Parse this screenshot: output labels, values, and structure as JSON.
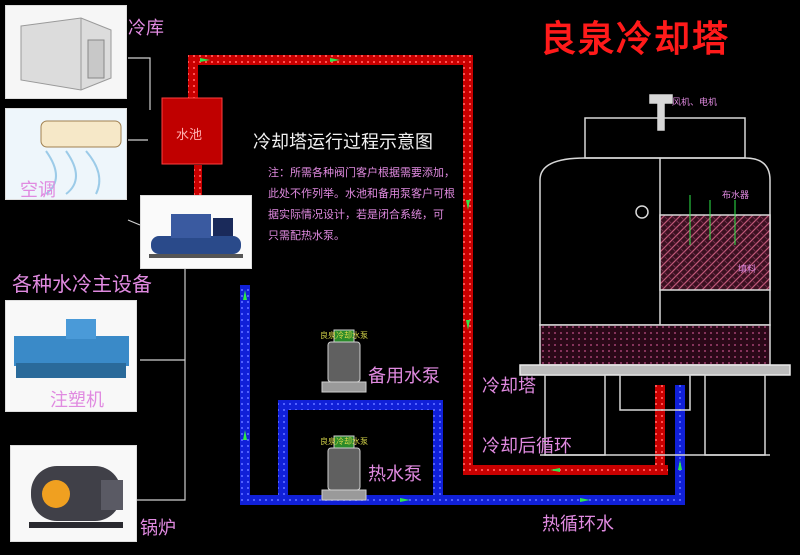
{
  "title": "良泉冷却塔",
  "subtitle": "冷却塔运行过程示意图",
  "note": {
    "line1": "注：所需各种阀门客户根据需要添加，",
    "line2": "此处不作列举。水池和备用泵客户可根",
    "line3": "据实际情况设计，若是闭合系统，可",
    "line4": "只需配热水泵。"
  },
  "equipment": {
    "cold_storage": "冷库",
    "air_conditioner": "空调",
    "chiller_main": "各种水冷主设备",
    "injection_molding": "注塑机",
    "boiler": "锅炉"
  },
  "tank_label": "水池",
  "pumps": {
    "backup": "备用水泵",
    "hot": "热水泵",
    "nameplate_top": "良泉冷却水泵",
    "nameplate_bottom": "良泉冷却水泵"
  },
  "flows": {
    "cooling_tower": "冷却塔",
    "after_cooling": "冷却后循环",
    "hot_circulation": "热循环水"
  },
  "tower_small": {
    "motor": "风机、电机",
    "water_distributor": "布水器",
    "fill": "填料"
  },
  "colors": {
    "title": "#ff1a1a",
    "label": "#e08ae0",
    "cold_pipe": "#e01010",
    "hot_pipe": "#1a2cff",
    "tower_line": "#d8d8d8",
    "fill": "#c25a7a"
  }
}
